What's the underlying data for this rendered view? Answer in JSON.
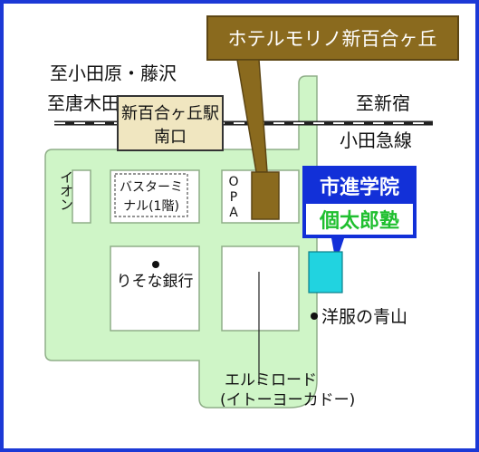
{
  "hotel_label": "ホテルモリノ新百合ヶ丘",
  "rail": {
    "left_top": "至小田原・藤沢",
    "left_bottom": "至唐木田",
    "right_top": "至新宿",
    "line_name": "小田急線"
  },
  "station": {
    "line1": "新百合ヶ丘駅",
    "line2": "南口"
  },
  "blocks": {
    "aeon": "イオン",
    "bus_terminal_line1": "バスターミ",
    "bus_terminal_line2": "ナル(1階)",
    "opa": [
      "O",
      "P",
      "A"
    ],
    "resona": "りそな銀行",
    "yofuku": "洋服の青山"
  },
  "school": {
    "name": "市進学院",
    "sub": "個太郎塾"
  },
  "elm_road": {
    "line1": "エルミロード",
    "line2": "(イトーヨーカドー)"
  },
  "colors": {
    "border": "#1c39d6",
    "road": "#cff5c7",
    "road_stroke": "#8fae88",
    "hotel_label_bg": "#8a6a1e",
    "hotel_bldg": "#8a6a1e",
    "station_bg": "#f0e6c0",
    "school_bg": "#1230d8",
    "school_sub_text": "#1fbf2f",
    "school_bldg": "#21d3e0"
  }
}
